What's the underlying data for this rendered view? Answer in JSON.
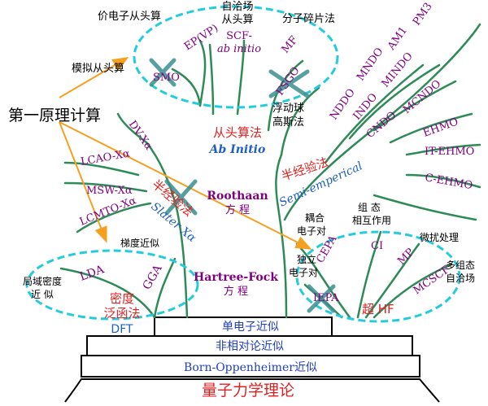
{
  "colors": {
    "branch": "#2e8b57",
    "ellipse": "#22ccdd",
    "purple": "#800080",
    "blue_label": "#1f5fbf",
    "red_label": "#e02020",
    "orange_arrow": "#f5a020",
    "cross": "#3c8f8f",
    "base_stroke": "#000000",
    "title_red": "#e02020"
  },
  "base": {
    "title": "量子力学理论",
    "bo": "Born-Oppenheimer近似",
    "nonrel": "非相对论近似",
    "single": "单电子近似"
  },
  "main": {
    "first_principles": "第一原理计算",
    "hf": "Hartree-Fock",
    "hf_sub": "方 程",
    "roothaan": "Roothaan",
    "roothaan_sub": "方 程"
  },
  "ab_initio": {
    "zh": "从头算法",
    "en": "Ab Initio",
    "val_label": "价电子从头算",
    "scf_label": "自洽场\n从头算",
    "frag_label": "分子碎片法",
    "model_label": "模拟从头算",
    "fsgo_label": "浮动球\n高斯法",
    "ep": "EP(VP)",
    "scf": "SCF-",
    "scf_italic": "ab initio",
    "mf": "MF",
    "smo": "SMO",
    "fsgo": "FSGO"
  },
  "semi_emp": {
    "zh": "半经验法",
    "en": "Semi-emperical",
    "branches": [
      "NDDO",
      "MNDO",
      "AM1",
      "PM3",
      "INDO",
      "MINDO",
      "CNDO",
      "MCNDO",
      "EHMO",
      "IT-EHMO",
      "C-EHMO"
    ]
  },
  "slater": {
    "zh": "半经验法",
    "en": "Slater Xα",
    "branches": [
      "DV-Xα",
      "LCAO-Xα",
      "MSW-Xα",
      "LCMTO-Xα"
    ]
  },
  "dft": {
    "zh": "密度\n泛函法",
    "en": "DFT",
    "grad_label": "梯度近似",
    "local_label": "局域密度\n近 似",
    "lda": "LDA",
    "gga": "GGA"
  },
  "post_hf": {
    "zh": "超 HF",
    "coupled": "耦合\n电子对",
    "indep": "独立\n电子对",
    "ci_label": "组 态\n相互作用",
    "mp_label": "微扰处理",
    "mc_label": "多组态\n自洽场",
    "cepa": "CEPA",
    "ci": "CI",
    "mp": "MP",
    "mcscf": "MCSCF",
    "iepa": "IEPA"
  }
}
